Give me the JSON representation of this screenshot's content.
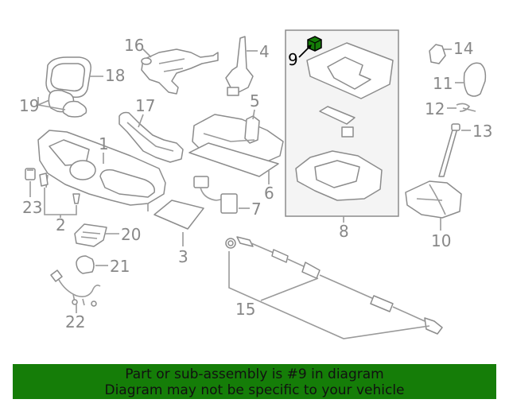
{
  "callouts": {
    "c1": "1",
    "c2": "2",
    "c3": "3",
    "c4": "4",
    "c5": "5",
    "c6": "6",
    "c7": "7",
    "c8": "8",
    "c9": "9",
    "c10": "10",
    "c11": "11",
    "c12": "12",
    "c13": "13",
    "c14": "14",
    "c15": "15",
    "c16": "16",
    "c17": "17",
    "c18": "18",
    "c19": "19",
    "c20": "20",
    "c21": "21",
    "c22": "22",
    "c23": "23"
  },
  "highlight": {
    "part": "9",
    "color": "#157d08"
  },
  "banner": {
    "line1": "Part or sub-assembly is #9 in diagram",
    "line2": "Diagram may not be specific to your vehicle",
    "background": "#157d08"
  }
}
